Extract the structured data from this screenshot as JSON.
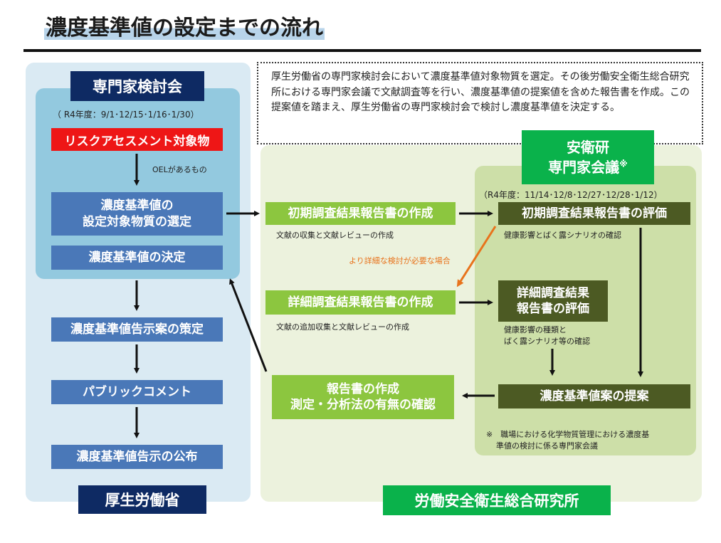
{
  "title": "濃度基準値の設定までの流れ",
  "colors": {
    "navy": "#0e2a63",
    "blue_box": "#4a78b8",
    "red_box": "#ee1616",
    "green_box": "#8cc63f",
    "dark_green_box": "#4c5a23",
    "bright_green_label": "#0ab24b",
    "orange_arrow": "#e8731c"
  },
  "description_text": "厚生労働省の専門家検討会において濃度基準値対象物質を選定。その後労働安全衛生総合研究所における専門家会議で文献調査等を行い、濃度基準値の提案値を含めた報告書を作成。この提案値を踏まえ、厚生労働省の専門家検討会で検討し濃度基準値を決定する。",
  "left": {
    "committee_label": "専門家検討会",
    "committee_dates": "（ R4年度：9/1･12/15･1/16･1/30）",
    "risk_assessment": "リスクアセスメント対象物",
    "oel_note": "OELがあるもの",
    "selection_line1": "濃度基準値の",
    "selection_line2": "設定対象物質の選定",
    "decision": "濃度基準値の決定",
    "notice_draft": "濃度基準値告示案の策定",
    "public_comment": "パブリックコメント",
    "publication": "濃度基準値告示の公布",
    "ministry_label": "厚生労働省"
  },
  "right": {
    "council_line1": "安衛研",
    "council_line2": "専門家会議",
    "council_mark": "※",
    "council_dates": "（R4年度：11/14･12/8･12/27･12/28･1/12）",
    "initial_report": "初期調査結果報告書の作成",
    "initial_note": "文献の収集と文献レビューの作成",
    "initial_eval": "初期調査結果報告書の評価",
    "initial_eval_note": "健康影響とばく露シナリオの確認",
    "detail_needed": "より詳細な検討が必要な場合",
    "detail_report": "詳細調査結果報告書の作成",
    "detail_note": "文献の追加収集と文献レビューの作成",
    "detail_eval_line1": "詳細調査結果",
    "detail_eval_line2": "報告書の評価",
    "detail_eval_note_line1": "健康影響の種類と",
    "detail_eval_note_line2": "ばく露シナリオ等の確認",
    "report_line1": "報告書の作成",
    "report_line2": "測定・分析法の有無の確認",
    "proposal": "濃度基準値案の提案",
    "footnote_line1": "※　職場における化学物質管理における濃度基",
    "footnote_line2": "準値の検討に係る専門家会議",
    "institute_label": "労働安全衛生総合研究所"
  }
}
